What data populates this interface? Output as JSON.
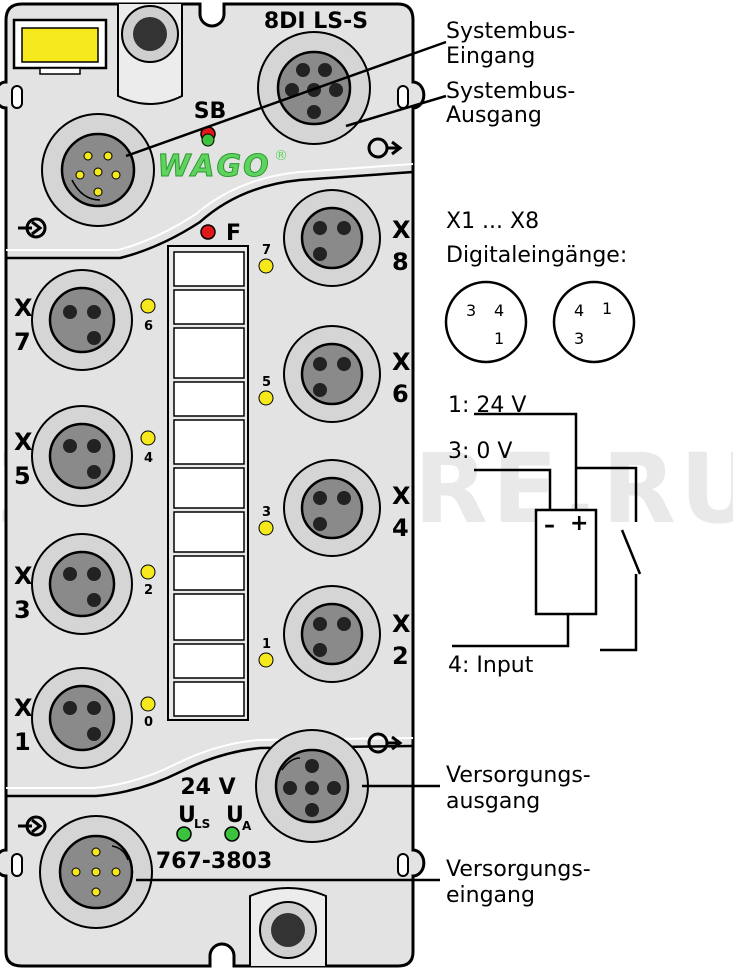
{
  "module": {
    "model": "8DI LS-S",
    "article_number": "767-3803",
    "brand": "WAGO",
    "brand_mark": "®",
    "sb_label": "SB",
    "fault_label": "F",
    "supply_voltage": "24 V",
    "uls_main": "U",
    "uls_sub": "LS",
    "ua_main": "U",
    "ua_sub": "A"
  },
  "ports": {
    "x_prefix": "X",
    "left_numbers": [
      "7",
      "5",
      "3",
      "1"
    ],
    "right_numbers": [
      "8",
      "6",
      "4",
      "2"
    ],
    "left_led_numbers": [
      "6",
      "4",
      "2",
      "0"
    ],
    "right_led_numbers": [
      "7",
      "5",
      "3",
      "1"
    ]
  },
  "callouts": {
    "systembus_in": [
      "Systembus-",
      "Eingang"
    ],
    "systembus_out": [
      "Systembus-",
      "Ausgang"
    ],
    "supply_out": [
      "Versorgungs-",
      "ausgang"
    ],
    "supply_in": [
      "Versorgungs-",
      "eingang"
    ]
  },
  "legend": {
    "range": "X1 ... X8",
    "type": "Digitaleingänge:",
    "pinout_a": [
      "3",
      "4",
      "1"
    ],
    "pinout_b": [
      "4",
      "1",
      "3"
    ]
  },
  "wiring": {
    "pin1": "1: 24 V",
    "pin3": "3: 0 V",
    "pin4": "4: Input",
    "minus": "–",
    "plus": "+"
  },
  "watermark": "ZIPSTORE.RU",
  "colors": {
    "housing": "#e3e3e3",
    "outline": "#000000",
    "yellow_led": "#f5e81c",
    "red_led": "#e01818",
    "green_led": "#3cc23c",
    "wago_green": "#5fd35f",
    "connector": "#8a8a8a"
  }
}
